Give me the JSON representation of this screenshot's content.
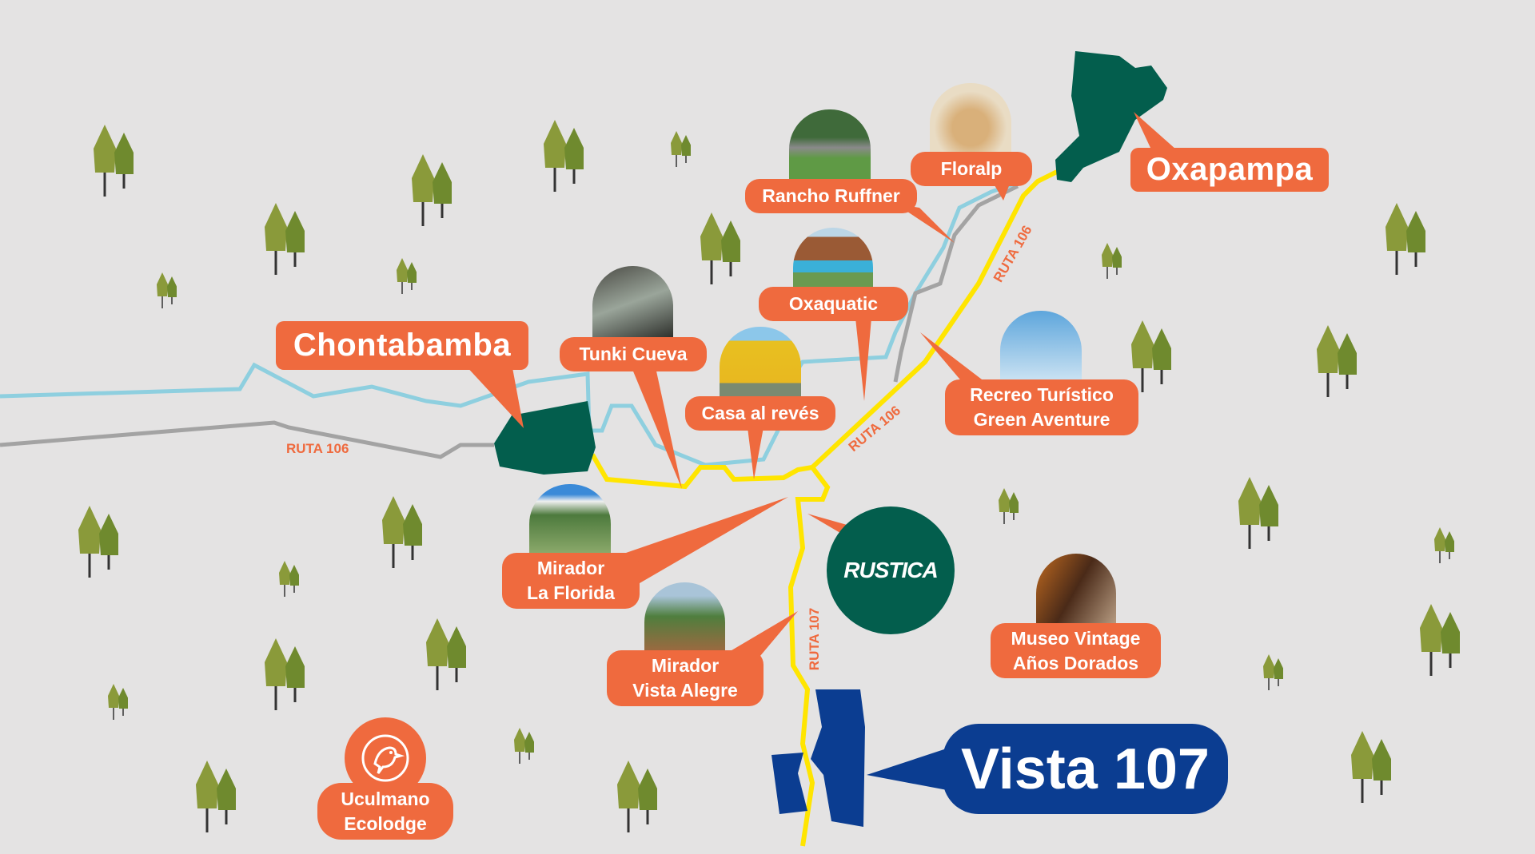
{
  "colors": {
    "accent": "#ef6a3e",
    "green": "#035e4d",
    "blue": "#0b3d91",
    "road": "#ffe500",
    "river": "#8ecfdf",
    "background": "#e4e3e3"
  },
  "towns": {
    "chontabamba": "Chontabamba",
    "oxapampa": "Oxapampa",
    "vista": "Vista 107",
    "rustica_logo": "RUSTICA"
  },
  "routes": {
    "r106_a": "RUTA 106",
    "r106_b": "RUTA 106",
    "r106_c": "RUTA 106",
    "r107": "RUTA 107"
  },
  "places": {
    "tunki": "Tunki Cueva",
    "casa": "Casa al revés",
    "oxaquatic": "Oxaquatic",
    "rancho": "Rancho Ruffner",
    "floralp": "Floralp",
    "recreo_1": "Recreo Turístico",
    "recreo_2": "Green Aventure",
    "florida_1": "Mirador",
    "florida_2": "La Florida",
    "alegre_1": "Mirador",
    "alegre_2": "Vista Alegre",
    "museo_1": "Museo Vintage",
    "museo_2": "Años Dorados",
    "ucul_1": "Uculmano",
    "ucul_2": "Ecolodge"
  }
}
